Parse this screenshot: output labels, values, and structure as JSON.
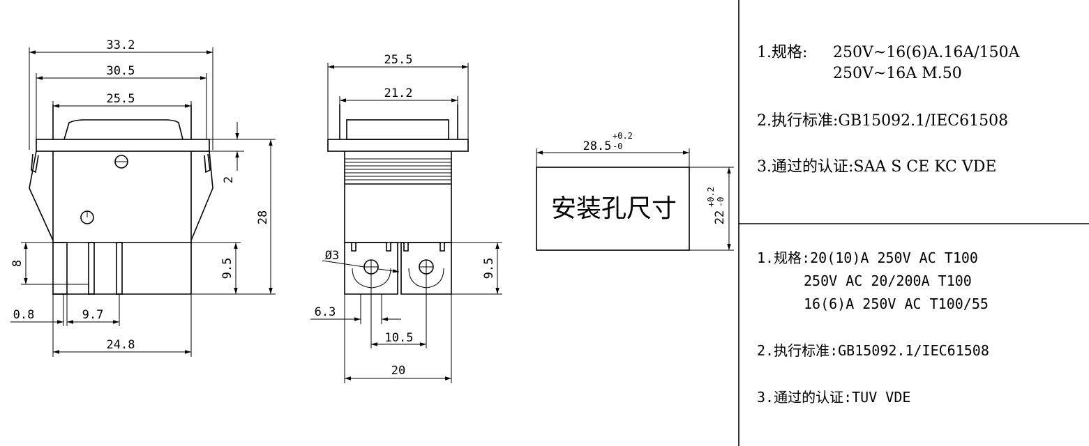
{
  "front_view": {
    "dims": {
      "overall_width": "33.2",
      "frame_width": "30.5",
      "rocker_width": "25.5",
      "flange_thickness": "2",
      "overall_height": "28",
      "terminal_length": "9.5",
      "terminal_offset": "8",
      "terminal_thickness": "0.8",
      "terminal_pitch": "9.7",
      "body_width": "24.8"
    }
  },
  "side_view": {
    "dims": {
      "flange_width": "25.5",
      "body_width": "21.2",
      "hole_diameter": "Ø3",
      "hole_offset": "6.3",
      "terminal_spacing": "10.5",
      "terminal_block_width": "20",
      "terminal_length": "9.5"
    }
  },
  "mounting_hole": {
    "label": "安装孔尺寸",
    "width": "28.5",
    "width_tol_upper": "+0.2",
    "width_tol_lower": "-0",
    "height": "22",
    "height_tol_upper": "+0.2",
    "height_tol_lower": "-0"
  },
  "spec_block_1": {
    "line1_prefix": "1.规格:",
    "line1": "250V~16(6)A.16A/150A",
    "line2": "250V~16A  M.50",
    "line3": "2.执行标准:GB15092.1/IEC61508",
    "line4": "3.通过的认证:SAA  S  CE  KC   VDE"
  },
  "spec_block_2": {
    "line1": "1.规格:20(10)A 250V AC T100",
    "line2": "250V AC 20/200A T100",
    "line3": "16(6)A 250V AC T100/55",
    "line4": "2.执行标准:GB15092.1/IEC61508",
    "line5": "3.通过的认证:TUV  VDE"
  }
}
